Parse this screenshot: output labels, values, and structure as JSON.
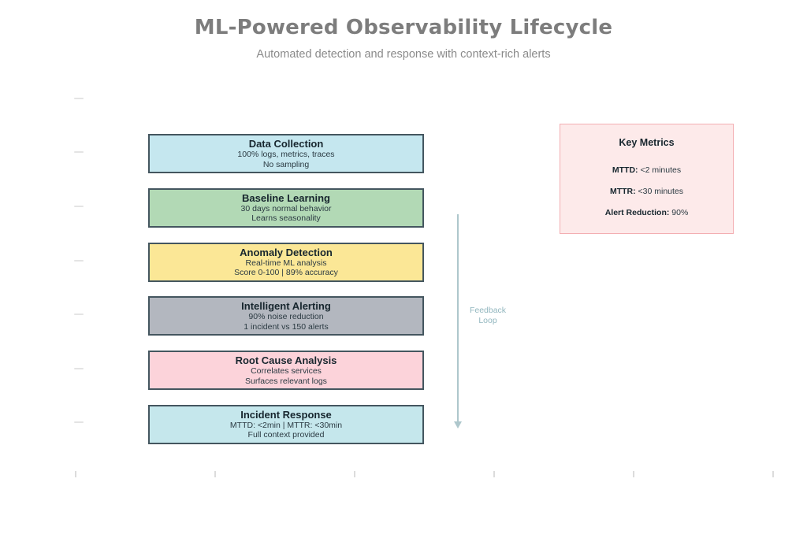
{
  "header": {
    "title": "ML-Powered Observability Lifecycle",
    "subtitle": "Automated detection and response with context-rich alerts"
  },
  "flow": {
    "border_color": "#44565f",
    "steps": [
      {
        "title": "Data Collection",
        "line1": "100% logs, metrics, traces",
        "line2": "No sampling",
        "fill": "#c5e7ef"
      },
      {
        "title": "Baseline Learning",
        "line1": "30 days normal behavior",
        "line2": "Learns seasonality",
        "fill": "#b2d9b5"
      },
      {
        "title": "Anomaly Detection",
        "line1": "Real-time ML analysis",
        "line2": "Score 0-100 | 89% accuracy",
        "fill": "#fbe796"
      },
      {
        "title": "Intelligent Alerting",
        "line1": "90% noise reduction",
        "line2": "1 incident vs 150 alerts",
        "fill": "#b3b7bf"
      },
      {
        "title": "Root Cause Analysis",
        "line1": "Correlates services",
        "line2": "Surfaces relevant logs",
        "fill": "#fcd3da"
      },
      {
        "title": "Incident Response",
        "line1": "MTTD: <2min | MTTR: <30min",
        "line2": "Full context provided",
        "fill": "#c5e7ec"
      }
    ]
  },
  "feedback": {
    "line1": "Feedback",
    "line2": "Loop",
    "arrow_color": "#aec7cc",
    "label_color": "#93b7bf"
  },
  "metrics": {
    "title": "Key Metrics",
    "bg": "#fdeaea",
    "border": "#f3aeb2",
    "items": [
      {
        "label": "MTTD:",
        "value": " <2 minutes"
      },
      {
        "label": "MTTR:",
        "value": " <30 minutes"
      },
      {
        "label": "Alert Reduction:",
        "value": " 90%"
      }
    ]
  }
}
